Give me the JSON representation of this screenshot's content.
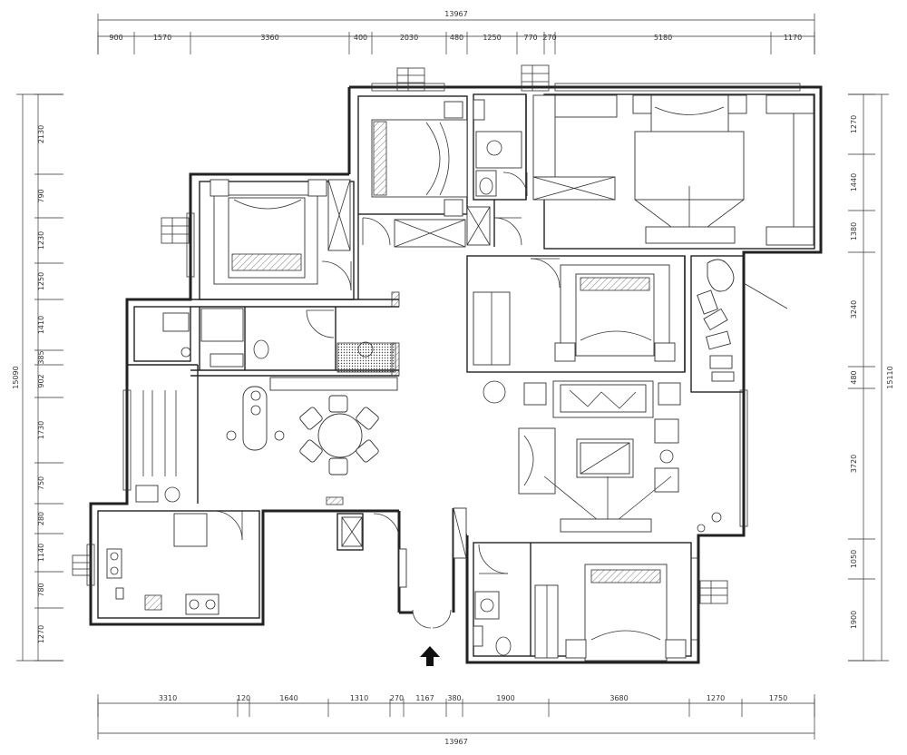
{
  "dimensions": {
    "top_total": "13967",
    "top_segments": [
      "900",
      "1570",
      "3360",
      "400",
      "2030",
      "480",
      "1250",
      "770",
      "270",
      "5180",
      "1170"
    ],
    "bottom_total": "13967",
    "bottom_segments": [
      "3310",
      "120",
      "1640",
      "1310",
      "270",
      "1167",
      "380",
      "1900",
      "3680",
      "1270",
      "1750"
    ],
    "left_total": "15090",
    "left_segments": [
      "2130",
      "790",
      "1230",
      "1250",
      "1410",
      "385",
      "902",
      "1730",
      "750",
      "280",
      "1140",
      "780",
      "1270"
    ],
    "right_total": "15110",
    "right_segments": [
      "1270",
      "1440",
      "1380",
      "3240",
      "480",
      "3720",
      "1050",
      "1900"
    ]
  },
  "icons": {
    "entrance": "entrance-arrow-icon",
    "window": "window-icon",
    "door": "door-swing-icon"
  },
  "colors": {
    "line": "#222222",
    "background": "#ffffff"
  }
}
